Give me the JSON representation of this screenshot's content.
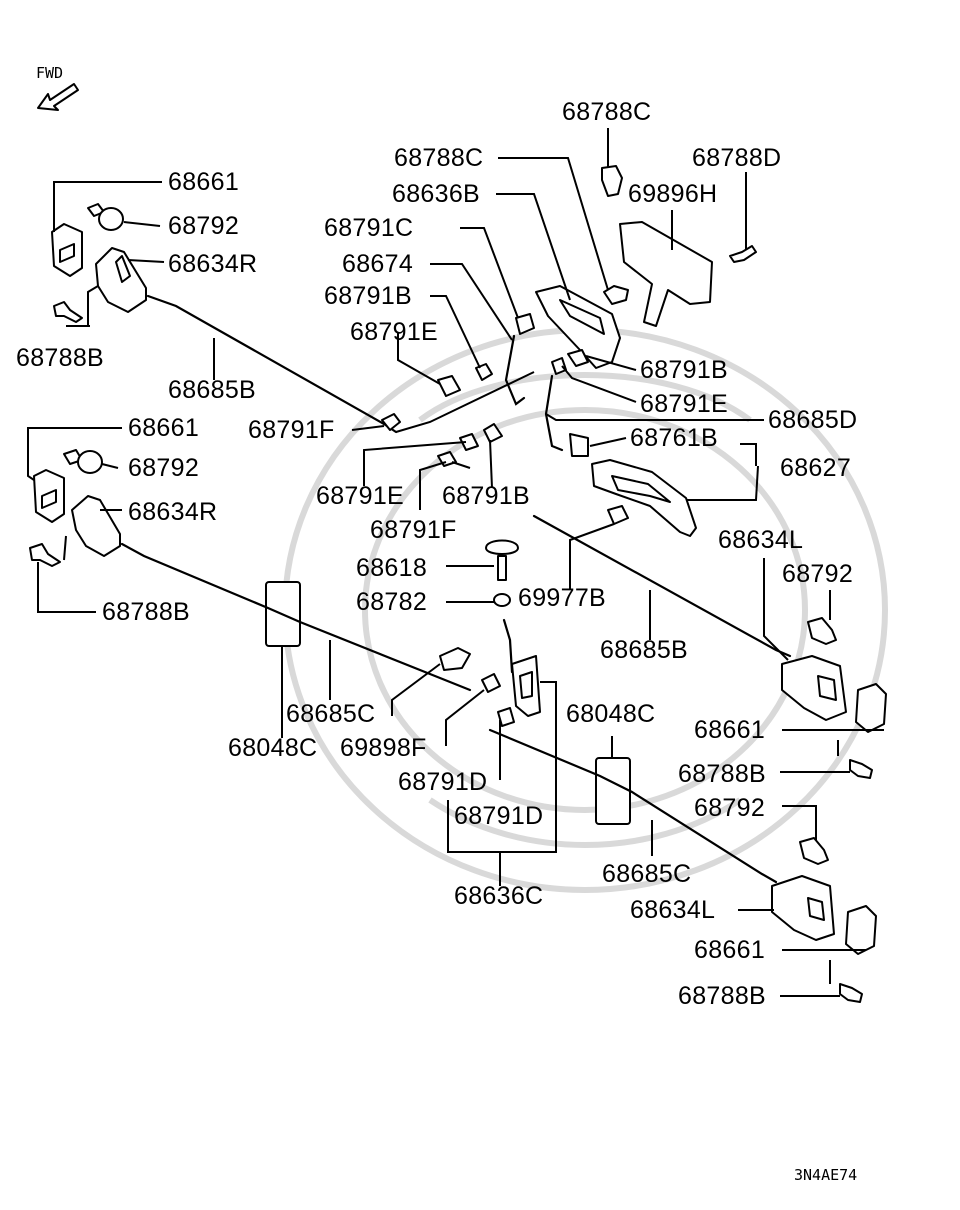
{
  "diagram": {
    "direction_label": "FWD",
    "drawing_code": "3N4AE74",
    "callouts": {
      "c01": "68788C",
      "c02": "68788C",
      "c03": "68788D",
      "c04": "68636B",
      "c05": "69896H",
      "c06": "68791C",
      "c07": "68674",
      "c08": "68791B",
      "c09": "68791E",
      "c10": "68791B",
      "c11": "68791E",
      "c12": "68685D",
      "c13": "68761B",
      "c14": "68627",
      "c15": "68661",
      "c16": "68792",
      "c17": "68634R",
      "c18": "68788B",
      "c19": "68685B",
      "c20": "68791F",
      "c21": "68661",
      "c22": "68792",
      "c23": "68634R",
      "c24": "68788B",
      "c25": "68791E",
      "c26": "68791B",
      "c27": "68791F",
      "c28": "68618",
      "c29": "68782",
      "c30": "69977B",
      "c31": "68685B",
      "c32": "68634L",
      "c33": "68792",
      "c34": "68661",
      "c35": "68788B",
      "c36": "68048C",
      "c37": "68685C",
      "c38": "68048C",
      "c39": "69898F",
      "c40": "68791D",
      "c41": "68791D",
      "c42": "68636C",
      "c43": "68685C",
      "c44": "68792",
      "c45": "68634L",
      "c46": "68661",
      "c47": "68788B"
    }
  }
}
